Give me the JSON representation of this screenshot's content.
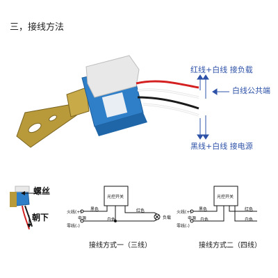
{
  "heading": "三，接线方法",
  "annotations": {
    "red_white": "红线+白线 接负载",
    "white_common": "白线公共端",
    "black_white": "黑线+白线 接电源"
  },
  "orientation": {
    "screw": "螺丝",
    "down": "朝下"
  },
  "diagram1": {
    "box_label": "光控开关",
    "live": "火线(+)",
    "power": "电源",
    "neutral": "零线(-)",
    "black": "黑色",
    "white": "白色",
    "red": "红色",
    "load": "负载",
    "caption": "接线方式一（三线）"
  },
  "diagram2": {
    "box_label": "光控开关",
    "live": "火线(+)",
    "power": "电源",
    "neutral": "零线(-)",
    "black": "黑色",
    "red": "红色",
    "white1": "白色",
    "white2": "白色",
    "caption": "接线方式二（四线）"
  },
  "colors": {
    "annotation": "#2e52a8",
    "housing": "#2f7fc8",
    "cap": "#e8e8e8",
    "bracket": "#b99a3a"
  }
}
